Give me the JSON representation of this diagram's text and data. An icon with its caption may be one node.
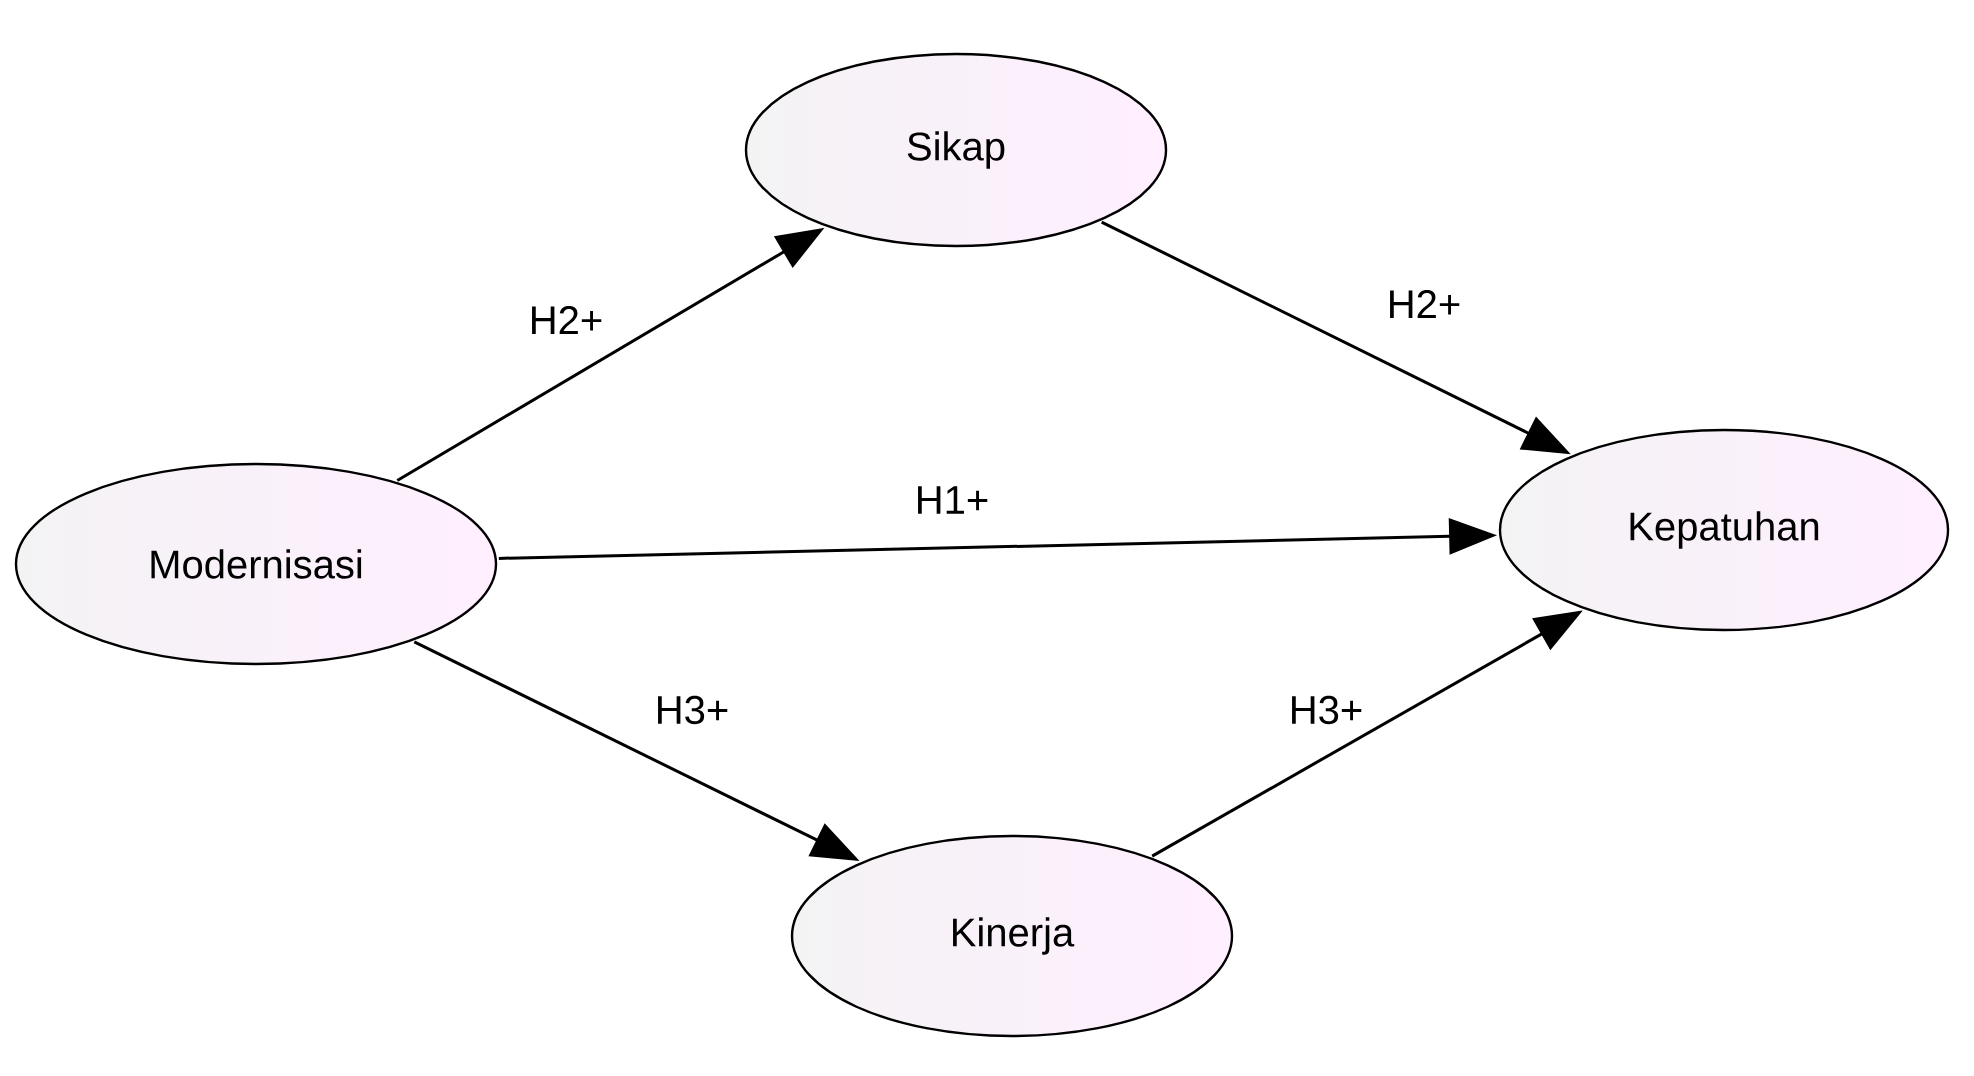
{
  "diagram": {
    "nodes": [
      {
        "text": [
          "Modernisasi"
        ]
      },
      {
        "text": [
          "Sikap"
        ]
      },
      {
        "text": [
          "Kepatuhan"
        ]
      },
      {
        "text": [
          "Kinerja"
        ]
      }
    ],
    "edges": [
      {
        "from": 0,
        "to": 1,
        "arrow": "to",
        "label": "H2+"
      },
      {
        "from": 1,
        "to": 2,
        "arrow": "to",
        "label": "H2+"
      },
      {
        "from": 0,
        "to": 2,
        "arrow": "to",
        "label": "H1+"
      },
      {
        "from": 0,
        "to": 3,
        "arrow": "to",
        "label": "H3+"
      },
      {
        "from": 3,
        "to": 2,
        "arrow": "to",
        "label": "H3+"
      }
    ]
  }
}
